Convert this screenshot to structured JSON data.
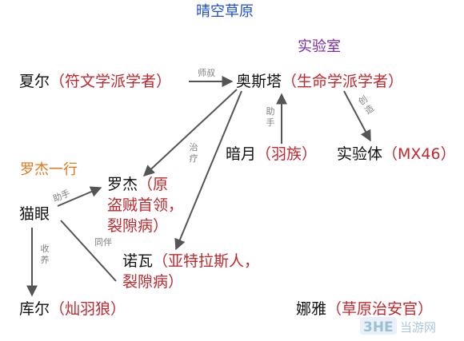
{
  "title": "晴空草原",
  "labs": {
    "lab": "实验室"
  },
  "groups": {
    "roger_party": "罗杰一行"
  },
  "nodes": {
    "xiaer": {
      "name": "夏尔",
      "desc": "（符文学派学者）"
    },
    "aosita": {
      "name": "奥斯塔",
      "desc": "（生命学派学者）"
    },
    "anyue": {
      "name": "暗月",
      "desc": "（羽族）"
    },
    "shiyanti": {
      "name": "实验体",
      "desc": "（MX46）"
    },
    "luojie": {
      "name": "罗杰",
      "desc_line1": "（原",
      "desc_line2": "盗贼首领，",
      "desc_line3": "裂隙病）"
    },
    "maoyan": {
      "name": "猫眼"
    },
    "nuowa": {
      "name": "诺瓦",
      "desc_line1": "（亚特拉斯人，",
      "desc_line2": "裂隙病）"
    },
    "kuer": {
      "name": "库尔",
      "desc": "（灿羽狼）"
    },
    "naya": {
      "name": "娜雅",
      "desc": "（草原治安官）"
    }
  },
  "edges": {
    "shishu": "师叔",
    "zhushou_anyue": "助手",
    "chuangzao": "创造",
    "zhiliao": "治疗",
    "zhushou_maoyan": "助手",
    "tongban": "同伴",
    "shouyang": "收养"
  },
  "colors": {
    "title": "#1f4fd1",
    "lab": "#7a2aa6",
    "group": "#e4771c",
    "desc": "#c0282d",
    "arrow": "#555555"
  },
  "watermark": {
    "text": "3HE当游网"
  }
}
